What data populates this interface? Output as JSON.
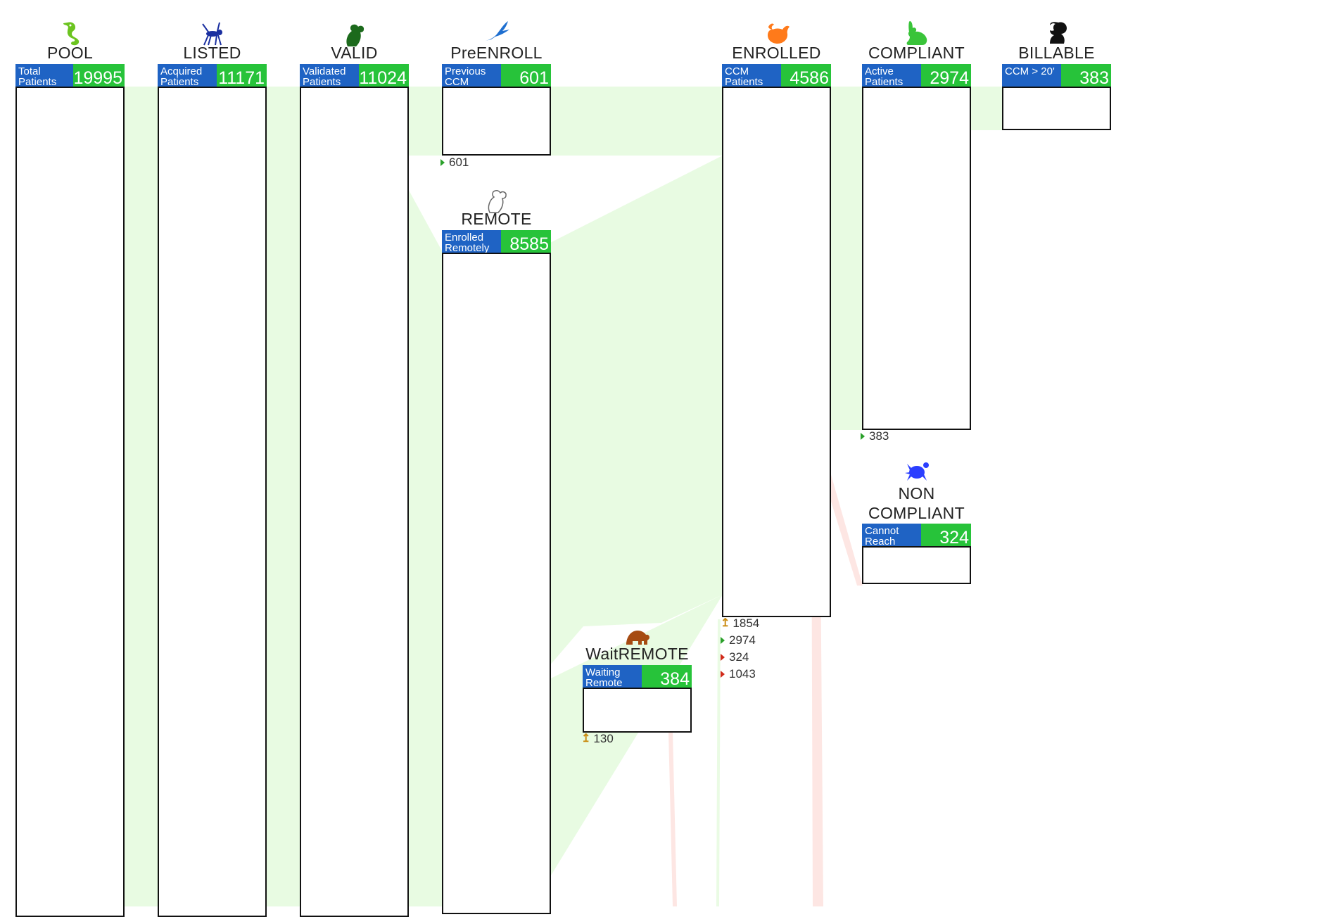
{
  "stages": {
    "pool": {
      "title": "POOL",
      "label": "Total Patients",
      "count": "19995",
      "icon": "seahorse-icon",
      "icon_color": "#6cc420"
    },
    "listed": {
      "title": "LISTED",
      "label": "Acquired Patients",
      "count": "11171",
      "icon": "ant-icon",
      "icon_color": "#1a2fa0"
    },
    "valid": {
      "title": "VALID",
      "label": "Validated Patients",
      "count": "11024",
      "icon": "koala-icon",
      "icon_color": "#1c6a1c"
    },
    "preenroll": {
      "title": "PreENROLL",
      "label": "Previous CCM",
      "count": "601",
      "icon": "bird-icon",
      "icon_color": "#1e6fd0"
    },
    "remote": {
      "title": "REMOTE",
      "label": "Enrolled Remotely",
      "count": "8585",
      "icon": "koala-outline-icon",
      "icon_color": "#666666"
    },
    "waitremote": {
      "title": "WaitREMOTE",
      "label": "Waiting Remote",
      "count": "384",
      "icon": "bear-icon",
      "icon_color": "#a64b12"
    },
    "enrolled": {
      "title": "ENROLLED",
      "label": "CCM Patients",
      "count": "4586",
      "icon": "hen-icon",
      "icon_color": "#ff7a1a"
    },
    "compliant": {
      "title": "COMPLIANT",
      "label": "Active Patients",
      "count": "2974",
      "icon": "rabbit-icon",
      "icon_color": "#3ac43a"
    },
    "noncompliant": {
      "title_line1": "NON",
      "title_line2": "COMPLIANT",
      "label": "Cannot Reach",
      "count": "324",
      "icon": "turtle-icon",
      "icon_color": "#2b3fff"
    },
    "billable": {
      "title": "BILLABLE",
      "label": "CCM > 20'",
      "count": "383",
      "icon": "squirrel-icon",
      "icon_color": "#111111"
    }
  },
  "stats": {
    "preenroll_out": "601",
    "compliant_out": "383",
    "enrolled_up": "1854",
    "enrolled_green": "2974",
    "enrolled_red1": "324",
    "enrolled_red2": "1043",
    "waitremote_up": "130"
  },
  "colors": {
    "flow_green": "#e8fbe2",
    "flow_red": "#fde6e3",
    "label_blue": "#1f63c4",
    "count_green": "#27c33a"
  }
}
